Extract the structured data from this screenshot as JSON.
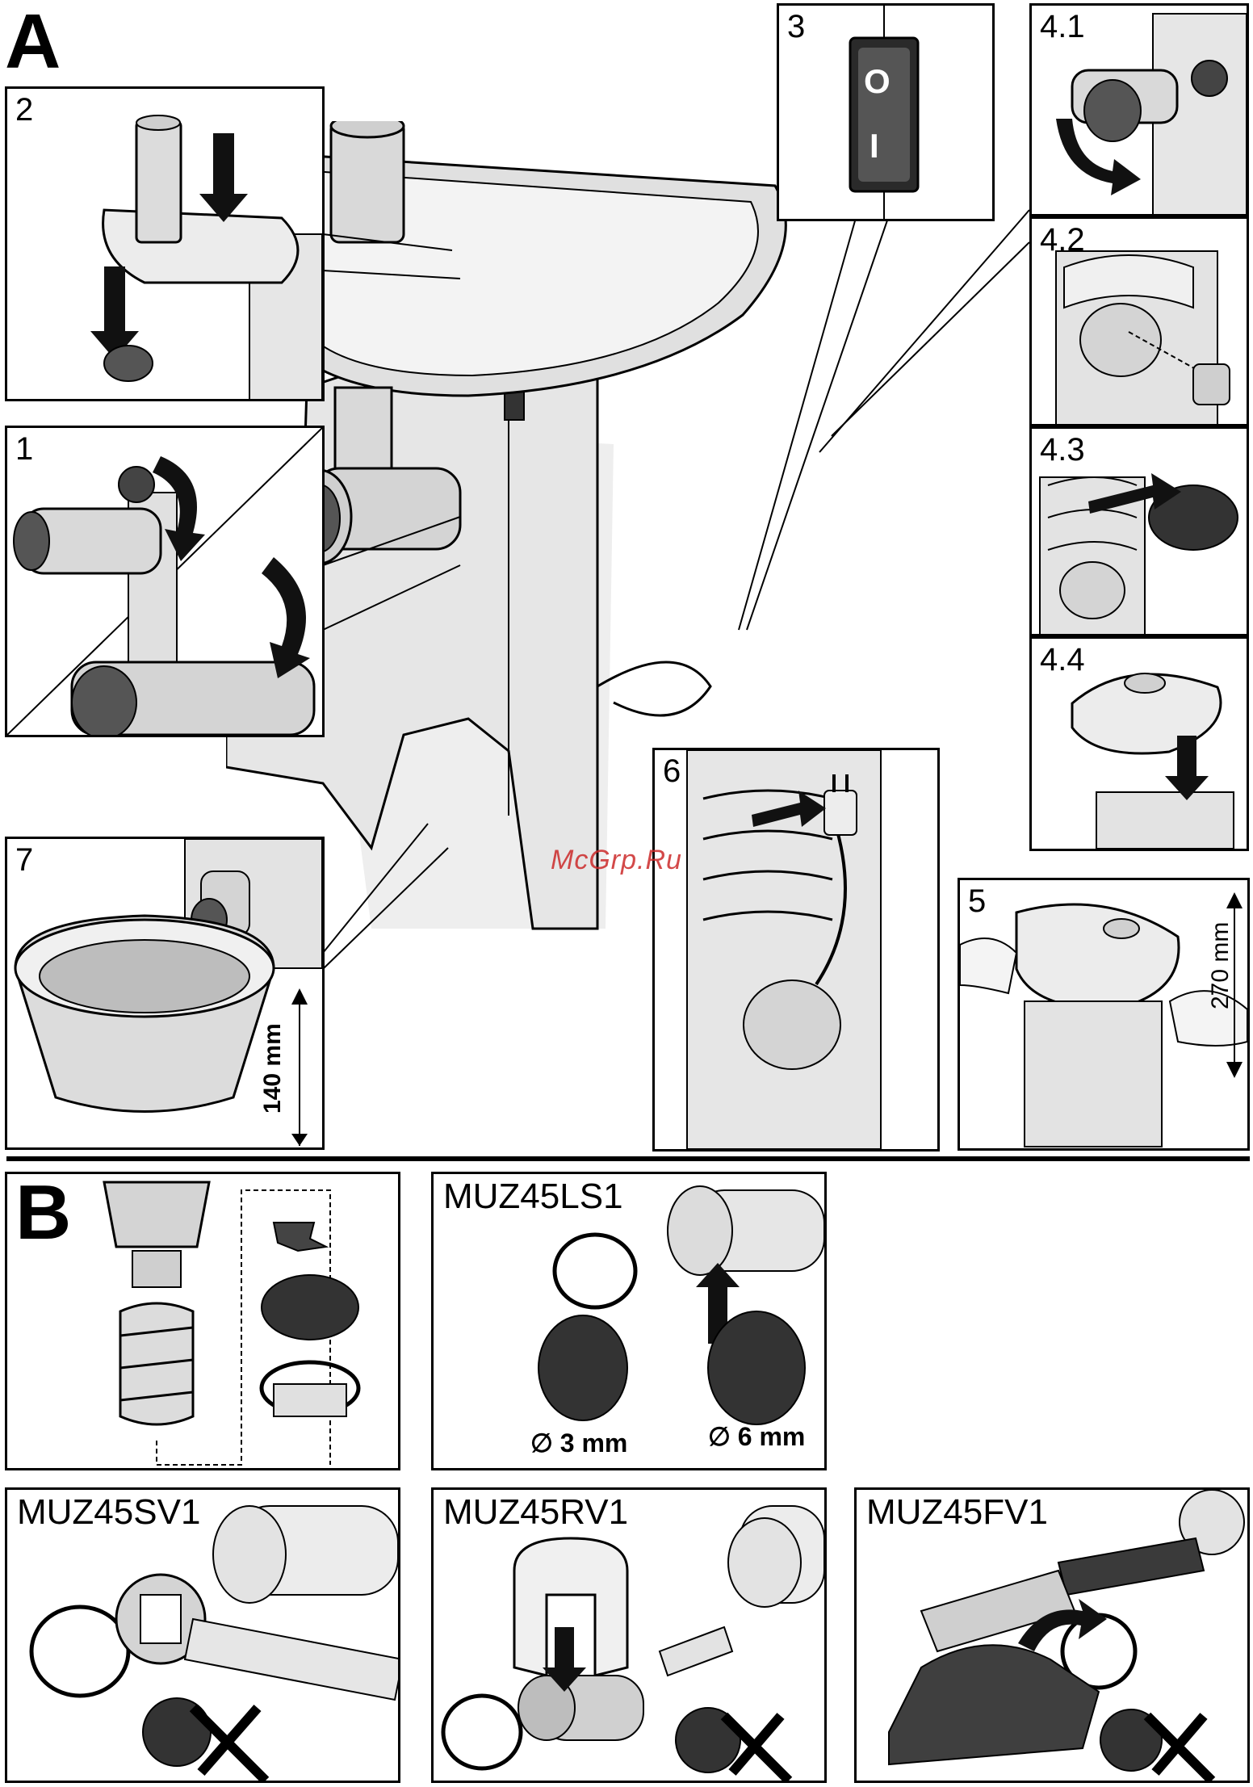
{
  "section_a": {
    "letter": "A"
  },
  "section_b": {
    "letter": "B"
  },
  "panels": {
    "p1": "1",
    "p2": "2",
    "p3": "3",
    "p41": "4.1",
    "p42": "4.2",
    "p43": "4.3",
    "p44": "4.4",
    "p5": "5",
    "p6": "6",
    "p7": "7"
  },
  "switch": {
    "off": "O",
    "on": "I"
  },
  "dimensions": {
    "bowl_height": "140 mm",
    "clearance_height": "270 mm"
  },
  "watermark": "McGrp.Ru",
  "accessories": {
    "ls1": {
      "model": "MUZ45LS1",
      "hole_small": "∅ 3 mm",
      "hole_large": "∅ 6 mm"
    },
    "sv1": {
      "model": "MUZ45SV1"
    },
    "rv1": {
      "model": "MUZ45RV1"
    },
    "fv1": {
      "model": "MUZ45FV1"
    }
  },
  "icons": [
    "arrow-down-icon",
    "rotate-arrow-icon",
    "power-switch-icon",
    "plug-icon",
    "cross-out-icon",
    "dimension-arrow-icon"
  ]
}
